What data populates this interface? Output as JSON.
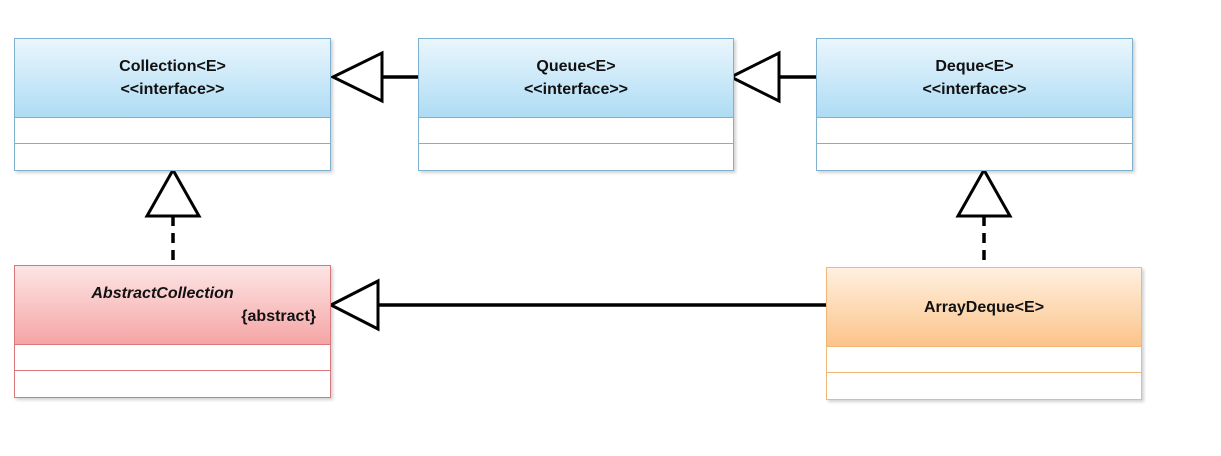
{
  "classes": {
    "collection": {
      "name": "Collection<E>",
      "stereotype": "<<interface>>"
    },
    "queue": {
      "name": "Queue<E>",
      "stereotype": "<<interface>>"
    },
    "deque": {
      "name": "Deque<E>",
      "stereotype": "<<interface>>"
    },
    "abstract_collection": {
      "name": "AbstractCollection",
      "stereotype": "{abstract}"
    },
    "array_deque": {
      "name": "ArrayDeque<E>"
    }
  },
  "colors": {
    "interface_border": "#7fb0cf",
    "abstract_border": "#d9787a",
    "concrete_border": "#f0b878",
    "line": "#000000"
  },
  "relations": [
    {
      "from": "queue",
      "to": "collection",
      "type": "generalization"
    },
    {
      "from": "deque",
      "to": "queue",
      "type": "generalization"
    },
    {
      "from": "abstract_collection",
      "to": "collection",
      "type": "realization"
    },
    {
      "from": "array_deque",
      "to": "deque",
      "type": "realization"
    },
    {
      "from": "array_deque",
      "to": "abstract_collection",
      "type": "generalization"
    }
  ]
}
